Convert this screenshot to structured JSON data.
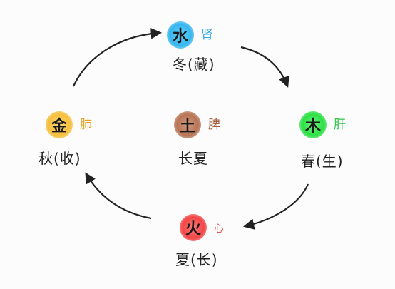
{
  "elements": {
    "water": {
      "glyph": "水",
      "organ": "肾",
      "season": "冬(藏)"
    },
    "wood": {
      "glyph": "木",
      "organ": "肝",
      "season": "春(生)"
    },
    "earth": {
      "glyph": "土",
      "organ": "脾",
      "season": "长夏"
    },
    "metal": {
      "glyph": "金",
      "organ": "肺",
      "season": "秋(收)"
    },
    "fire": {
      "glyph": "火",
      "organ": "心",
      "season": "夏(长)"
    }
  },
  "colors": {
    "water": "#36b6ef",
    "wood": "#2ee046",
    "earth": "#b87556",
    "metal": "#f6bf3d",
    "fire": "#f24646",
    "arrow": "#222222"
  }
}
